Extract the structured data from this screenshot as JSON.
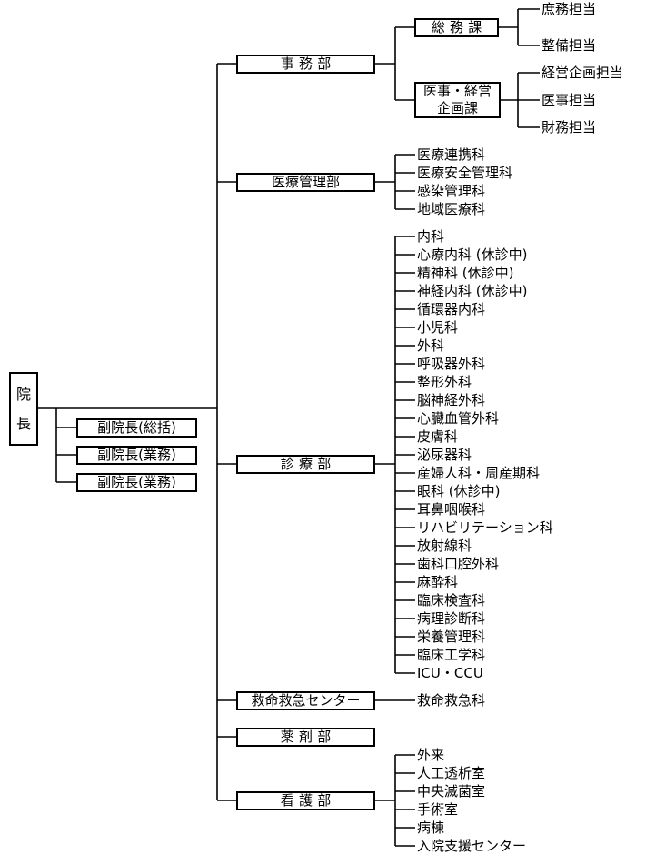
{
  "director": {
    "label_top": "院",
    "label_bottom": "長"
  },
  "vice_directors": [
    "副院長(総括)",
    "副院長(業務)",
    "副院長(業務)"
  ],
  "departments": {
    "jimu": "事務部",
    "iryo_kanri": "医療管理部",
    "shinryo": "診療部",
    "kyumei_center": "救命救急センター",
    "yakuzai": "薬剤部",
    "kango": "看護部"
  },
  "sections": {
    "somu": "総務課",
    "iji_keiei_line1": "医事・経営",
    "iji_keiei_line2": "企画課"
  },
  "somu_units": [
    "庶務担当",
    "整備担当"
  ],
  "iji_units": [
    "経営企画担当",
    "医事担当",
    "財務担当"
  ],
  "iryo_kanri_units": [
    "医療連携科",
    "医療安全管理科",
    "感染管理科",
    "地域医療科"
  ],
  "shinryo_units": [
    "内科",
    "心療内科 (休診中)",
    "精神科 (休診中)",
    "神経内科 (休診中)",
    "循環器内科",
    "小児科",
    "外科",
    "呼吸器外科",
    "整形外科",
    "脳神経外科",
    "心臓血管外科",
    "皮膚科",
    "泌尿器科",
    "産婦人科・周産期科",
    "眼科 (休診中)",
    "耳鼻咽喉科",
    "リハビリテーション科",
    "放射線科",
    "歯科口腔外科",
    "麻酔科",
    "臨床検査科",
    "病理診断科",
    "栄養管理科",
    "臨床工学科",
    "ICU・CCU"
  ],
  "kyumei_units": [
    "救命救急科"
  ],
  "kango_units": [
    "外来",
    "人工透析室",
    "中央滅菌室",
    "手術室",
    "病棟",
    "入院支援センター"
  ]
}
